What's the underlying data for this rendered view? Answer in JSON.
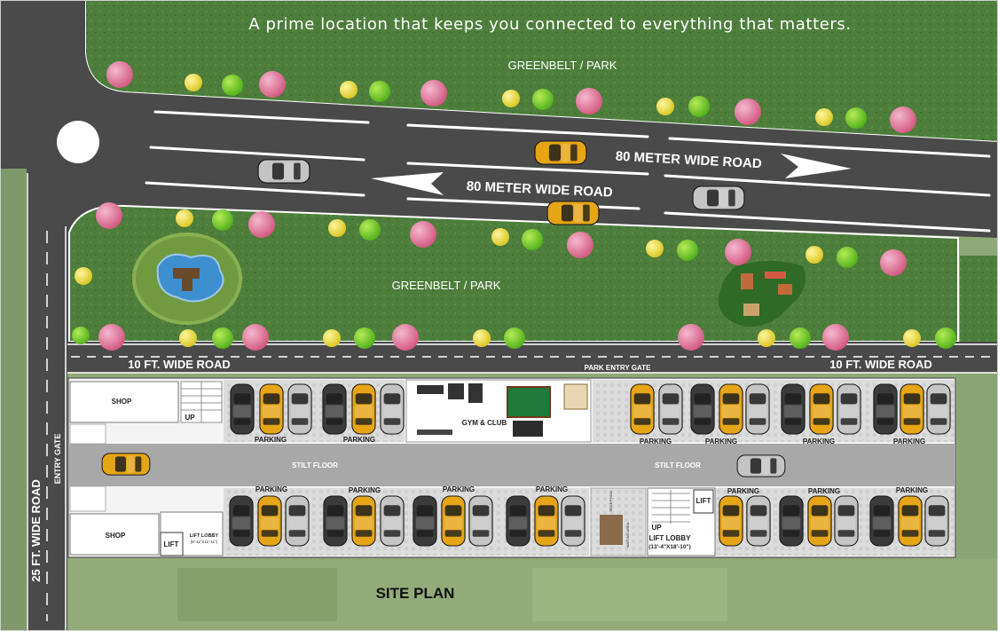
{
  "tagline": "A prime location that keeps you connected to everything that matters.",
  "labels": {
    "greenbelt_top": "GREENBELT / PARK",
    "greenbelt_bottom": "GREENBELT / PARK",
    "road_main_right": "80 METER WIDE ROAD",
    "road_main_left": "80 METER WIDE ROAD",
    "road_10ft_left": "10 FT. WIDE ROAD",
    "road_10ft_right": "10 FT. WIDE ROAD",
    "park_entry_gate": "PARK ENTRY GATE",
    "road_25ft": "25 FT. WIDE ROAD",
    "entry_gate": "ENTRY GATE",
    "shop_top": "SHOP",
    "shop_bottom": "SHOP",
    "up_top": "UP",
    "up_bottom": "UP",
    "lift_left": "LIFT",
    "lift_right": "LIFT",
    "lift_lobby_small": "LIFT LOBBY",
    "lift_lobby_small_dim": "(8'-11\"X11'-11\")",
    "lift_lobby": "LIFT LOBBY",
    "lift_lobby_dim": "(13'-4\"X18'-10\")",
    "gym_club": "GYM & CLUB",
    "stilt_floor_left": "STILT FLOOR",
    "stilt_floor_right": "STILT FLOOR",
    "reception": "RECEPTION",
    "waiting_area": "WAITING AREA",
    "site_plan": "SITE PLAN"
  },
  "parking_top": [
    "PARKING",
    "PARKING",
    "PARKING",
    "PARKING",
    "PARKING",
    "PARKING"
  ],
  "parking_bottom": [
    "PARKING",
    "PARKING",
    "PARKING",
    "PARKING",
    "PARKING",
    "PARKING",
    "PARKING"
  ],
  "colors": {
    "grass": "#4b7d3a",
    "road": "#474747",
    "floor": "#a8a8a8",
    "taxi": "#e6a516",
    "dark_car": "#3b3b3b",
    "silver_car": "#c4c4c4"
  }
}
